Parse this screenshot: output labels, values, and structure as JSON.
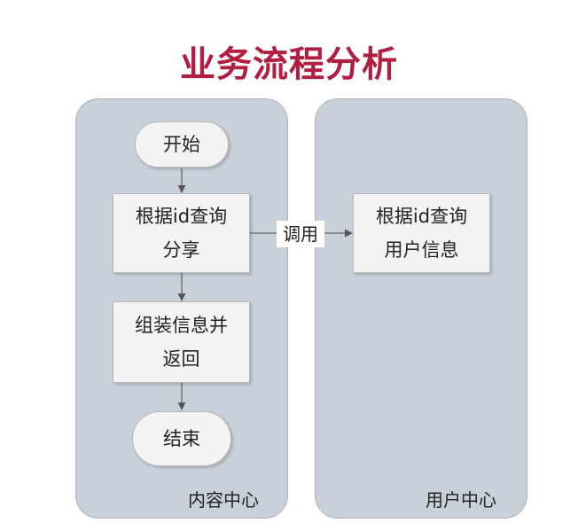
{
  "title": "业务流程分析",
  "lanes": {
    "left": "内容中心",
    "right": "用户中心"
  },
  "nodes": {
    "start": "开始",
    "query_share_1": "根据id查询",
    "query_share_2": "分享",
    "assemble_1": "组装信息并",
    "assemble_2": "返回",
    "end": "结束",
    "query_user_1": "根据id查询",
    "query_user_2": "用户信息"
  },
  "edges": {
    "call": "调用"
  },
  "colors": {
    "title": "#b21e42",
    "lane_fill": "#c8d0da",
    "node_fill": "#f3f3f3"
  }
}
